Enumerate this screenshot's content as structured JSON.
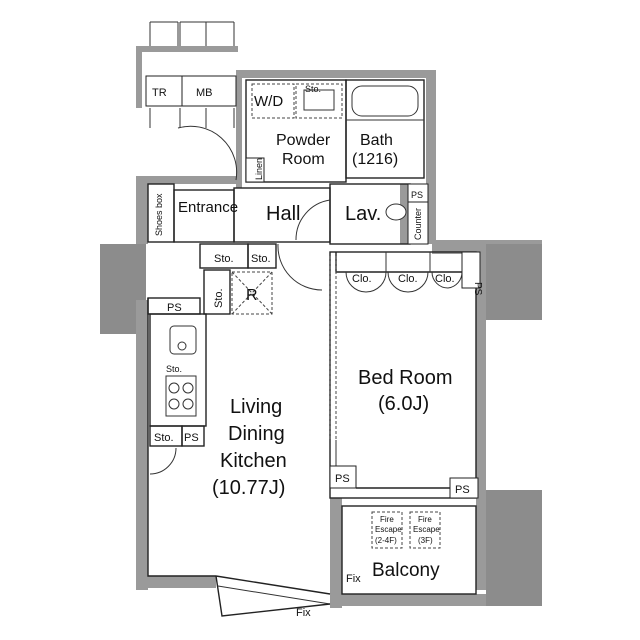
{
  "rooms": {
    "tr": "TR",
    "mb": "MB",
    "wd": "W/D",
    "sto_laundry": "Sto.",
    "powder_room_line1": "Powder",
    "powder_room_line2": "Room",
    "bath_line1": "Bath",
    "bath_line2": "(1216)",
    "linen": "Linen",
    "shoes_box": "Shoes box",
    "entrance": "Entrance",
    "hall": "Hall",
    "lav": "Lav.",
    "ps_lav": "PS",
    "counter": "Counter",
    "sto_hall_1": "Sto.",
    "sto_hall_2": "Sto.",
    "sto_vertical": "Sto.",
    "r": "R",
    "ps_kitchen_top": "PS",
    "sto_kitchen": "Sto.",
    "sto_kitchen_bottom": "Sto.",
    "ps_kitchen_bottom": "PS",
    "clo_1": "Clo.",
    "clo_2": "Clo.",
    "clo_3": "Clo.",
    "ps_bedroom_right": "PS",
    "bedroom_line1": "Bed Room",
    "bedroom_line2": "(6.0J)",
    "ldk_line1": "Living",
    "ldk_line2": "Dining",
    "ldk_line3": "Kitchen",
    "ldk_line4": "(10.77J)",
    "ps_ldk": "PS",
    "ps_bedroom_bottom": "PS",
    "fire_escape_1_line1": "Fire",
    "fire_escape_1_line2": "Escape",
    "fire_escape_1_line3": "(2-4F)",
    "fire_escape_2_line1": "Fire",
    "fire_escape_2_line2": "Escape",
    "fire_escape_2_line3": "(3F)",
    "balcony": "Balcony",
    "fix_balcony": "Fix",
    "fix_bottom": "Fix"
  }
}
